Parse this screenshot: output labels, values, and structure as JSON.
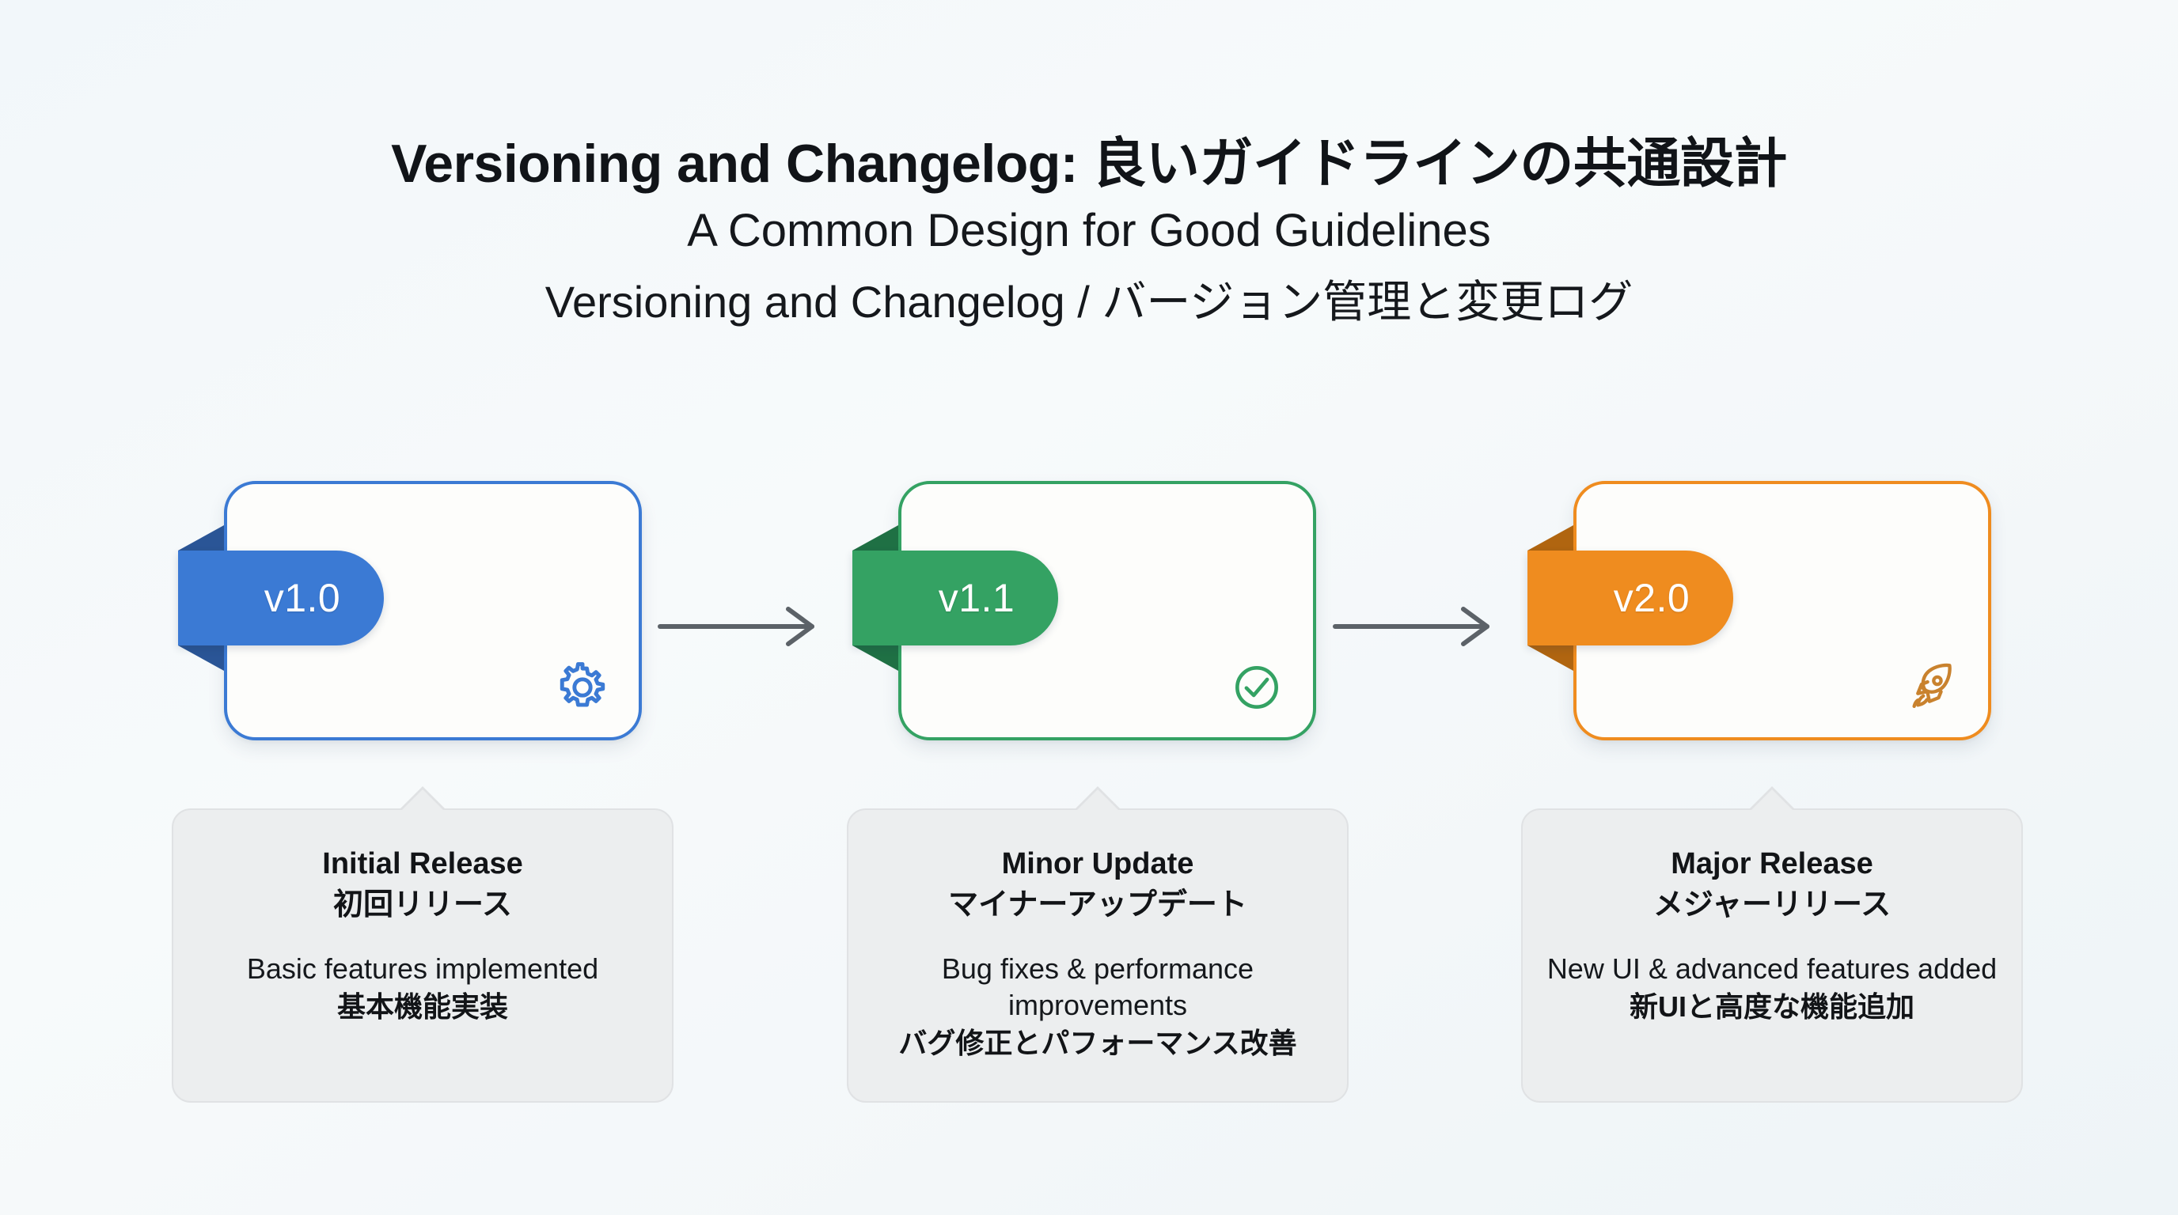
{
  "header": {
    "title_main": "Versioning and Changelog: 良いガイドラインの共通設計",
    "title_sub": "A Common Design for Good Guidelines",
    "title_third": "Versioning and Changelog / バージョン管理と変更ログ"
  },
  "colors": {
    "background": "#f4f8fa",
    "blue": "#3b7ad4",
    "blue_dark": "#2a5596",
    "green": "#34a263",
    "green_dark": "#1f7044",
    "orange": "#ef8c1f",
    "orange_dark": "#b06510",
    "arrow": "#5c6268",
    "callout_bg": "#eceeef",
    "callout_border": "#e0e2e4"
  },
  "arrows": [
    {
      "name": "arrow-v1-0-to-v1-1"
    },
    {
      "name": "arrow-v1-1-to-v2-0"
    }
  ],
  "versions": [
    {
      "badge": "v1.0",
      "accent": "#3b7ad4",
      "accent_dark": "#2a5596",
      "icon": "gear-icon",
      "title_en": "Initial Release",
      "title_ja": "初回リリース",
      "desc_en": "Basic features implemented",
      "desc_ja": "基本機能実装"
    },
    {
      "badge": "v1.1",
      "accent": "#34a263",
      "accent_dark": "#1f7044",
      "icon": "check-circle-icon",
      "title_en": "Minor Update",
      "title_ja": "マイナーアップデート",
      "desc_en": "Bug fixes & performance improvements",
      "desc_ja": "バグ修正とパフォーマンス改善"
    },
    {
      "badge": "v2.0",
      "accent": "#ef8c1f",
      "accent_dark": "#b06510",
      "icon": "rocket-icon",
      "title_en": "Major Release",
      "title_ja": "メジャーリリース",
      "desc_en": "New UI & advanced features added",
      "desc_ja": "新UIと高度な機能追加"
    }
  ]
}
